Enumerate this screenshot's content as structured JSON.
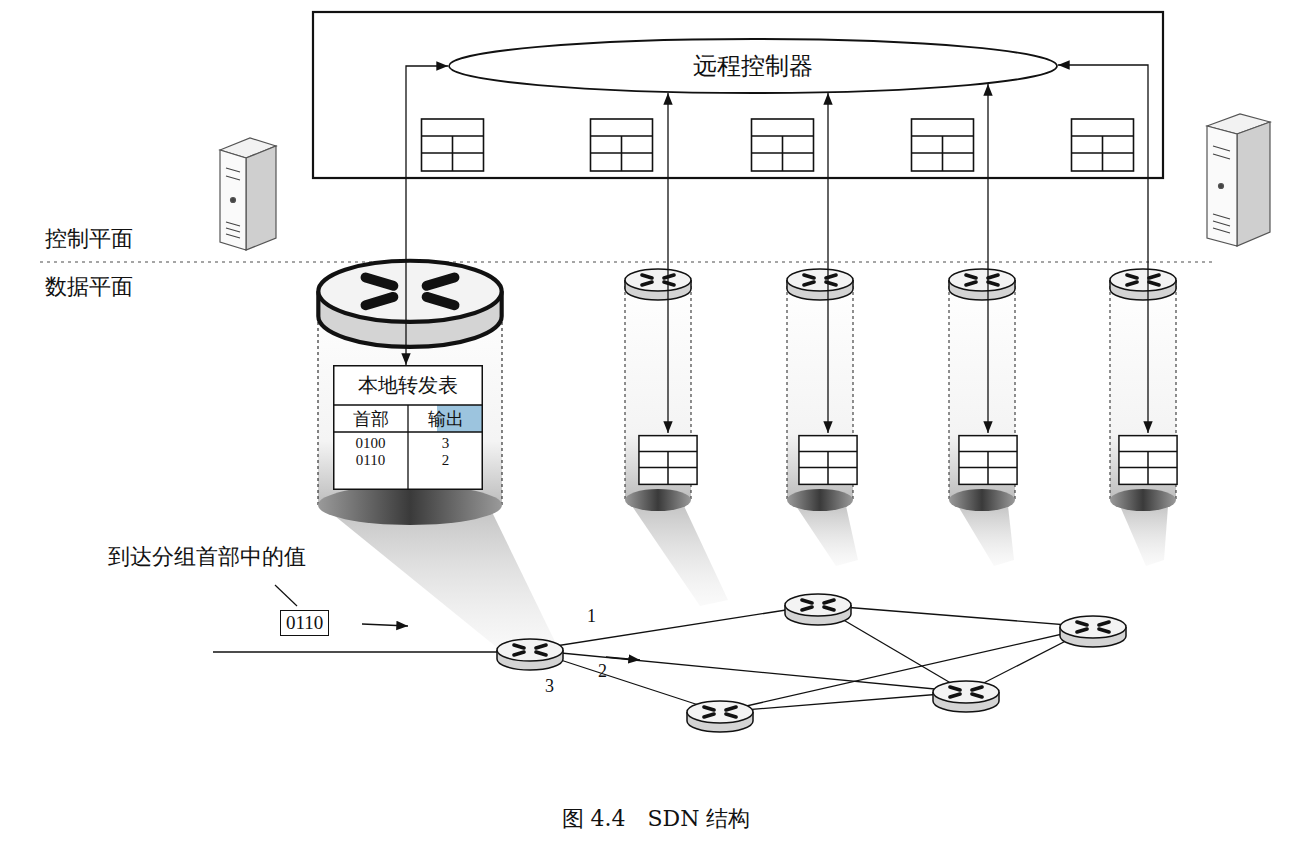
{
  "diagram": {
    "caption": "图 4.4　SDN 结构",
    "nodes": [
      {
        "text": [
          "远程控制器"
        ]
      },
      {
        "text": [
          "本地转发表",
          "首部",
          "输出",
          "0100",
          "3",
          "0110",
          "2"
        ]
      },
      {
        "text": [
          "0110"
        ]
      }
    ],
    "edges": [
      {
        "from": 0,
        "to": 1,
        "arrow": "both"
      }
    ],
    "labels": [
      "控制平面",
      "数据平面",
      "到达分组首部中的值",
      "1",
      "2",
      "3"
    ]
  }
}
